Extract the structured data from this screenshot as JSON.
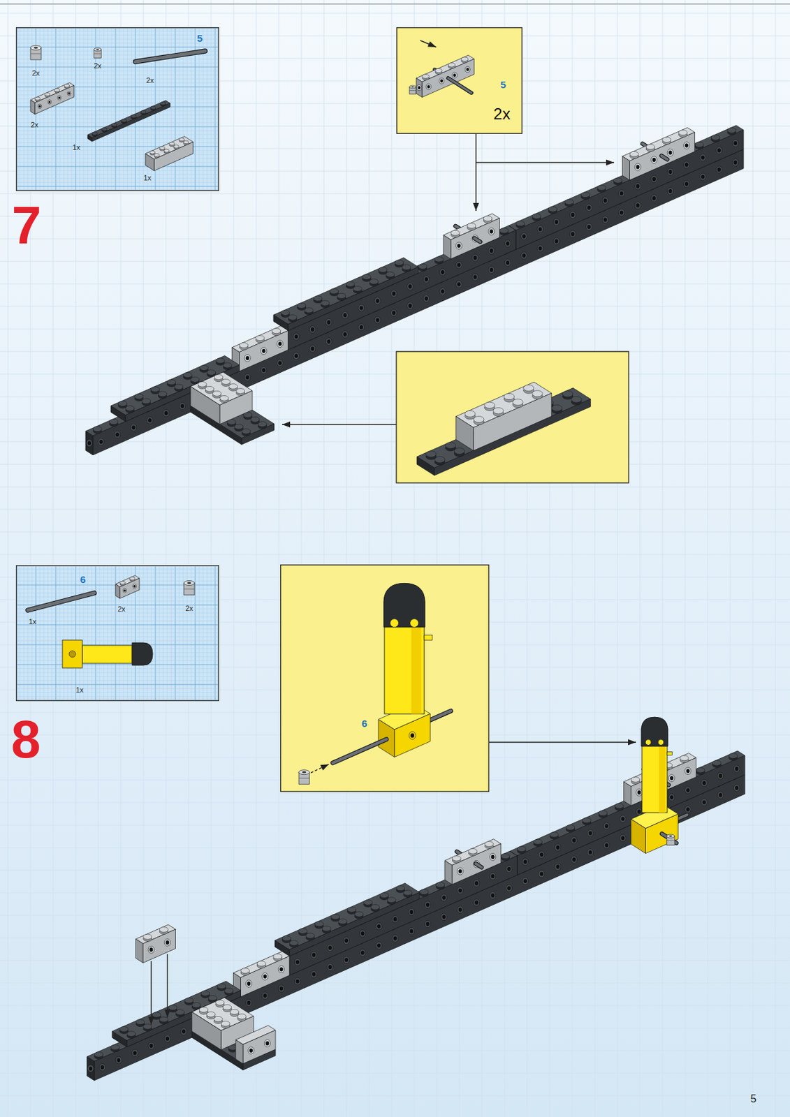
{
  "diagram": {
    "nodes": [
      {
        "text": [
          "5",
          "2x",
          "2x",
          "2x",
          "2x",
          "1x",
          "1x"
        ]
      },
      {
        "text": [
          "5",
          "2x"
        ]
      },
      {
        "text": [
          "6",
          "1x",
          "2x",
          "2x",
          "1x"
        ]
      },
      {
        "text": [
          "6"
        ]
      }
    ],
    "labels": [
      "7",
      "8",
      "5"
    ]
  }
}
